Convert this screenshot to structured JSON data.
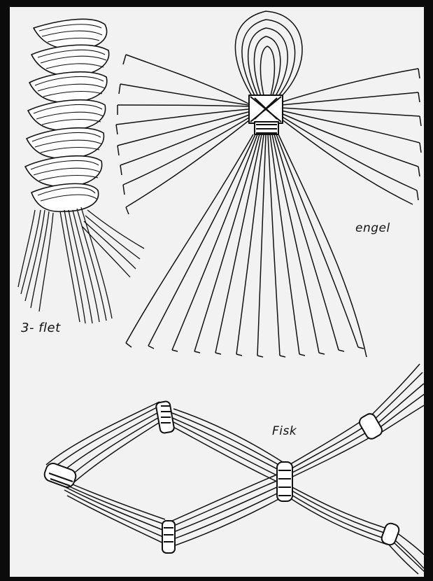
{
  "labels": {
    "three_strand_braid": "3- flet",
    "angel": "engel",
    "fish": "Fisk"
  },
  "colors": {
    "background": "#0b0b0b",
    "paper": "#f2f2f2",
    "ink": "#111111",
    "ribbon_fill": "#ffffff"
  }
}
